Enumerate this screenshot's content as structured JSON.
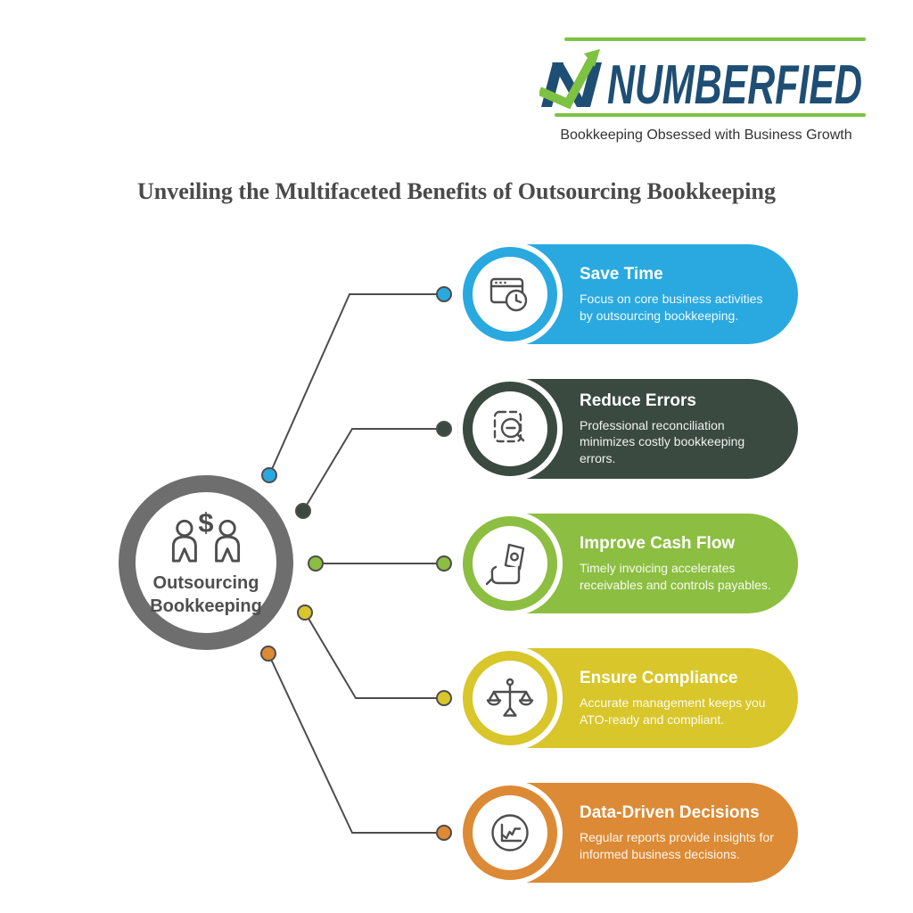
{
  "logo": {
    "brand": "NUMBERFIED",
    "brand_n": "N",
    "tagline": "Bookkeeping Obsessed with Business Growth",
    "blue": "#1E4E74",
    "green": "#7DC242"
  },
  "title": "Unveiling the Multifaceted Benefits of Outsourcing Bookkeeping",
  "center": {
    "line1": "Outsourcing",
    "line2": "Bookkeeping",
    "icon": "people-dollar-icon",
    "icon_glyph": "$",
    "ring_color": "#6E6E6E"
  },
  "connector": {
    "color": "#4D4D4D"
  },
  "benefits": [
    {
      "heading": "Save Time",
      "body": "Focus on core business activities by outsourcing bookkeeping.",
      "color": "#29A9E0",
      "icon": "window-clock-icon"
    },
    {
      "heading": "Reduce Errors",
      "body": "Professional reconciliation minimizes costly bookkeeping errors.",
      "color": "#3A4A40",
      "icon": "scan-magnifier-icon"
    },
    {
      "heading": "Improve Cash Flow",
      "body": "Timely invoicing accelerates receivables and controls payables.",
      "color": "#8CBE41",
      "icon": "hand-money-icon"
    },
    {
      "heading": "Ensure Compliance",
      "body": "Accurate management keeps you ATO-ready and compliant.",
      "color": "#D8C62B",
      "icon": "balance-scale-icon"
    },
    {
      "heading": "Data-Driven Decisions",
      "body": "Regular reports provide insights for informed business decisions.",
      "color": "#DC8A35",
      "icon": "chart-circle-icon"
    }
  ]
}
